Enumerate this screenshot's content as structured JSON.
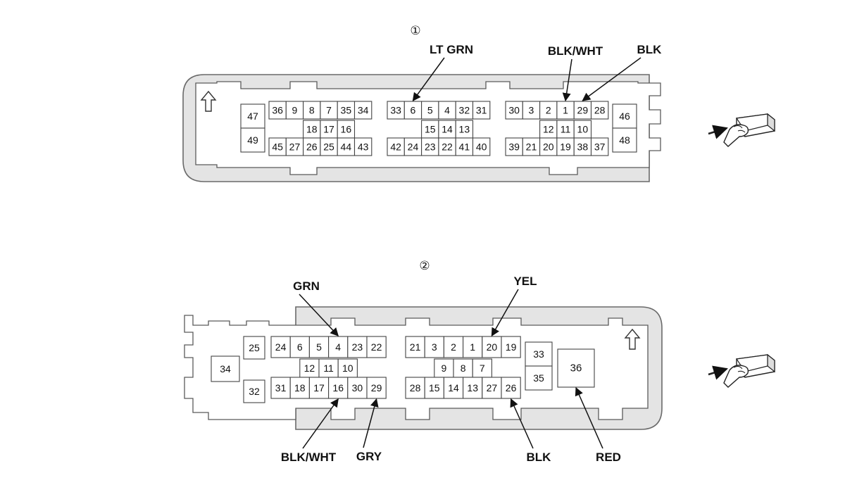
{
  "connectors": [
    {
      "callout": "①",
      "pin_groups": [
        {
          "cells": [
            [
              "47"
            ],
            [
              "49"
            ]
          ]
        },
        {
          "top": [
            "36",
            "9",
            "8",
            "7",
            "35",
            "34"
          ],
          "mid": [
            "18",
            "17",
            "16"
          ],
          "bot": [
            "45",
            "27",
            "26",
            "25",
            "44",
            "43"
          ]
        },
        {
          "top": [
            "33",
            "6",
            "5",
            "4",
            "32",
            "31"
          ],
          "mid": [
            "15",
            "14",
            "13"
          ],
          "bot": [
            "42",
            "24",
            "23",
            "22",
            "41",
            "40"
          ]
        },
        {
          "top": [
            "30",
            "3",
            "2",
            "1",
            "29",
            "28"
          ],
          "mid": [
            "12",
            "11",
            "10"
          ],
          "bot": [
            "39",
            "21",
            "20",
            "19",
            "38",
            "37"
          ]
        },
        {
          "cells": [
            [
              "46"
            ],
            [
              "48"
            ]
          ]
        }
      ],
      "wires": [
        {
          "label": "LT GRN",
          "pin": "6"
        },
        {
          "label": "BLK/WHT",
          "pin": "1"
        },
        {
          "label": "BLK",
          "pin": "29"
        }
      ]
    },
    {
      "callout": "②",
      "pin_groups": [
        {
          "cells": [
            [
              "34"
            ]
          ]
        },
        {
          "cells": [
            [
              "25"
            ],
            [
              "32"
            ]
          ]
        },
        {
          "top": [
            "24",
            "6",
            "5",
            "4",
            "23",
            "22"
          ],
          "mid": [
            "12",
            "11",
            "10"
          ],
          "bot": [
            "31",
            "18",
            "17",
            "16",
            "30",
            "29"
          ]
        },
        {
          "top": [
            "21",
            "3",
            "2",
            "1",
            "20",
            "19"
          ],
          "mid": [
            "9",
            "8",
            "7"
          ],
          "bot": [
            "28",
            "15",
            "14",
            "13",
            "27",
            "26"
          ]
        },
        {
          "cells": [
            [
              "33"
            ],
            [
              "35"
            ]
          ]
        },
        {
          "cells": [
            [
              "36"
            ]
          ]
        }
      ],
      "wires": [
        {
          "label": "GRN",
          "pin": "4"
        },
        {
          "label": "YEL",
          "pin": "20"
        },
        {
          "label": "BLK/WHT",
          "pin": "16"
        },
        {
          "label": "GRY",
          "pin": "29"
        },
        {
          "label": "BLK",
          "pin": "26"
        },
        {
          "label": "RED",
          "pin": "36"
        }
      ]
    }
  ],
  "icons": {
    "view_direction": "hand-pointing-connector-icon",
    "orientation_arrow": "up-arrow-icon"
  }
}
